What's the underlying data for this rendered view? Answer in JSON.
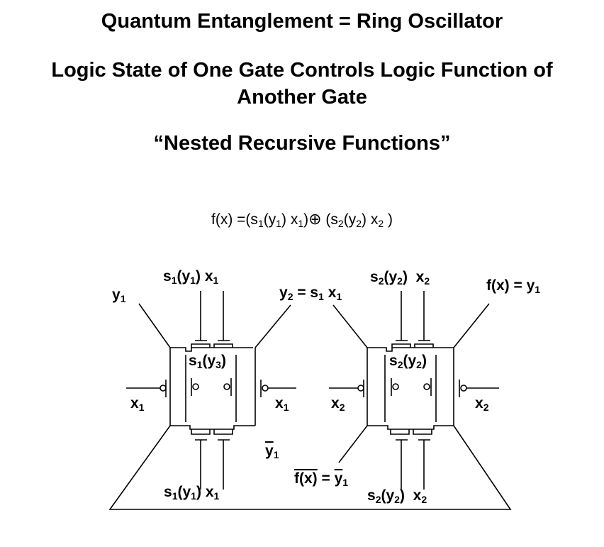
{
  "titles": {
    "line1": "Quantum Entanglement = Ring Oscillator",
    "line2": "Logic State of One Gate Controls Logic Function of Another Gate",
    "line3": "“Nested Recursive Functions”"
  },
  "formula": {
    "f": "f(x) =(s",
    "s1sub": "1",
    "a1": "(y",
    "y1sub": "1",
    "a2": ") x",
    "x1sub": "1",
    "a3": ")",
    "xor": "⊕",
    "a4": " (s",
    "s2sub": "2",
    "a5": "(y",
    "y2sub": "2",
    "a6": ") x",
    "x2sub": "2",
    "a7": " )"
  },
  "labels": {
    "y_main": "y",
    "s": "s",
    "y": "y",
    "x": "x",
    "f_eq": "f(x) = y",
    "sub1": "1",
    "sub2": "2",
    "sub3": "3",
    "y2_eq": "y",
    "eq_s": " = s",
    "f_bar": "f(x)",
    "eq": " = ",
    "open": "(",
    "close": ")"
  }
}
